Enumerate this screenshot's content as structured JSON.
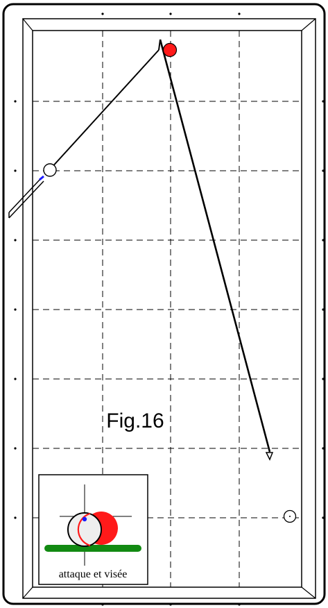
{
  "figure": {
    "label": "Fig.16"
  },
  "inset": {
    "caption": "attaque et visée"
  },
  "colors": {
    "outline": "#000000",
    "object_ball": "#ff1a1a",
    "cue_ball_fill": "#eeeeee",
    "impact_point": "#1a1aff",
    "cloth_strip": "#128a12",
    "background": "#ffffff"
  },
  "elements": {
    "cue_ball": "cue-ball",
    "object_ball": "object-ball",
    "target_ball": "target-ball",
    "cue_stick": "cue-stick",
    "trajectory": "trajectory-line"
  }
}
